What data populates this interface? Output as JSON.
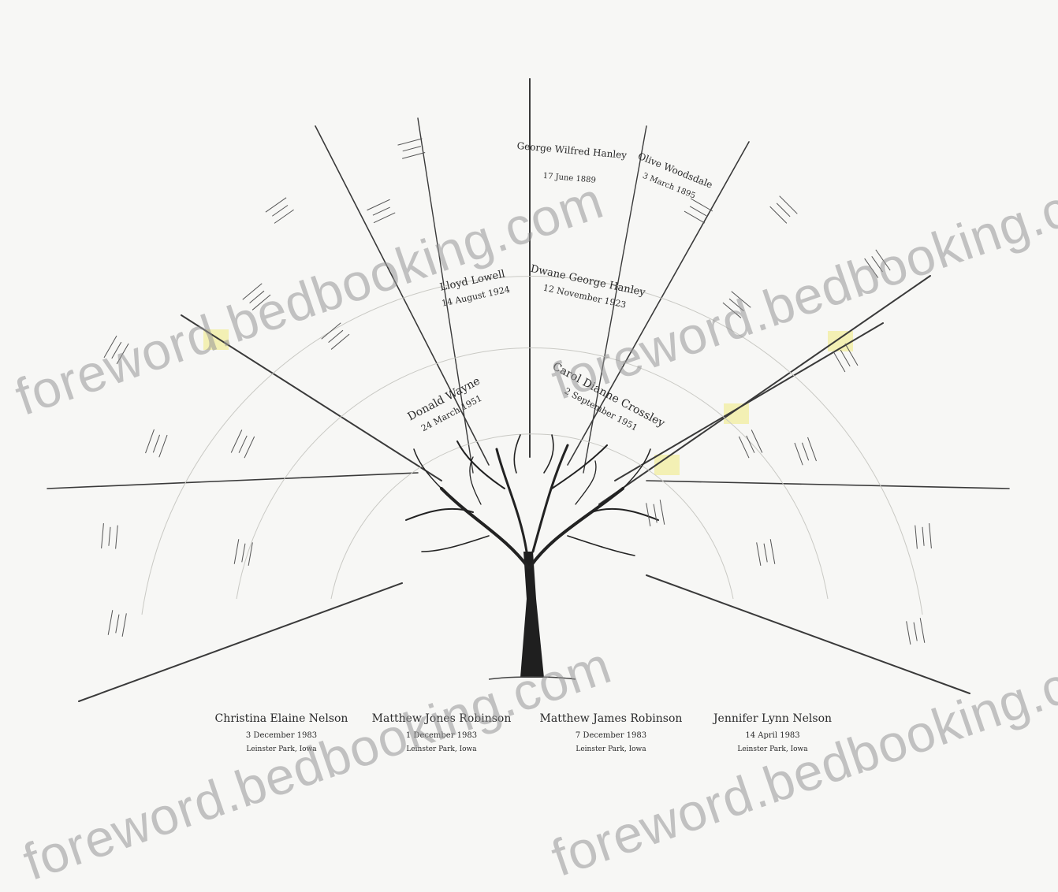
{
  "colors": {
    "background": "#f7f7f5",
    "ink": "#2a2a2a",
    "highlight": "#f3f0b4",
    "watermark": "#969696"
  },
  "watermark": {
    "text_upper": "foreword.bedbooking.com",
    "text_lower": "foreword.bedbooking.com",
    "text_top_right": "foreword.bedbooking.com"
  },
  "generations": [
    {
      "generation": 1,
      "people": [
        {
          "name": "Christina Elaine Nelson",
          "detail": "3 December 1983",
          "note": "Leinster Park, Iowa"
        },
        {
          "name": "Matthew Jones Robinson",
          "detail": "1 December 1983",
          "note": "Leinster Park, Iowa"
        },
        {
          "name": "Matthew James Robinson",
          "detail": "7 December 1983",
          "note": "Leinster Park, Iowa"
        },
        {
          "name": "Jennifer Lynn Nelson",
          "detail": "14 April 1983",
          "note": "Leinster Park, Iowa"
        }
      ]
    },
    {
      "generation": 2,
      "people": [
        {
          "name": "Donald Wayne",
          "detail": "24 March 1951"
        },
        {
          "name": "Carol Dianne Crossley",
          "detail": "2 September 1951"
        }
      ]
    },
    {
      "generation": 3,
      "people": [
        {
          "name": "Lloyd Lowell",
          "detail": "14 August 1924"
        },
        {
          "name": "Dwane George Hanley",
          "detail": "12 November 1923"
        }
      ]
    },
    {
      "generation": 4,
      "people": [
        {
          "name": "George Wilfred Hanley",
          "detail": "17 June 1889"
        },
        {
          "name": "Olive Woodsdale",
          "detail": "3 March 1895"
        }
      ]
    }
  ]
}
